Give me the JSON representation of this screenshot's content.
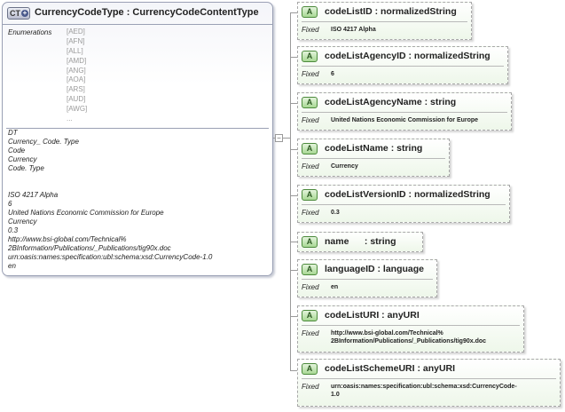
{
  "complex_type": {
    "badge": "CT",
    "title": "CurrencyCodeType : CurrencyCodeContentType",
    "enumerations_label": "Enumerations",
    "enumerations": [
      "[AED]",
      "[AFN]",
      "[ALL]",
      "[AMD]",
      "[ANG]",
      "[AOA]",
      "[ARS]",
      "[AUD]",
      "[AWG]",
      "..."
    ],
    "annotations": [
      "DT",
      "Currency_ Code. Type",
      "Code",
      "Currency",
      "Code. Type",
      "ISO 4217 Alpha",
      "6",
      "United Nations Economic Commission for Europe",
      "Currency",
      "0.3",
      "http://www.bsi-global.com/Technical%",
      "2BInformation/Publications/_Publications/tig90x.doc",
      "urn:oasis:names:specification:ubl:schema:xsd:CurrencyCode-1.0",
      "en"
    ]
  },
  "collapse_symbol": "−",
  "attributes": [
    {
      "badge": "A",
      "name": "codeListID : normalizedString",
      "fixed_label": "Fixed",
      "fixed_value": "ISO 4217 Alpha"
    },
    {
      "badge": "A",
      "name": "codeListAgencyID : normalizedString",
      "fixed_label": "Fixed",
      "fixed_value": "6"
    },
    {
      "badge": "A",
      "name": "codeListAgencyName : string",
      "fixed_label": "Fixed",
      "fixed_value": "United Nations Economic Commission for Europe"
    },
    {
      "badge": "A",
      "name": "codeListName : string",
      "fixed_label": "Fixed",
      "fixed_value": "Currency"
    },
    {
      "badge": "A",
      "name": "codeListVersionID : normalizedString",
      "fixed_label": "Fixed",
      "fixed_value": "0.3"
    },
    {
      "badge": "A",
      "name": "name      : string"
    },
    {
      "badge": "A",
      "name": "languageID : language",
      "fixed_label": "Fixed",
      "fixed_value": "en"
    },
    {
      "badge": "A",
      "name": "codeListURI : anyURI",
      "fixed_label": "Fixed",
      "fixed_value": "http://www.bsi-global.com/Technical%\n2BInformation/Publications/_Publications/tig90x.doc"
    },
    {
      "badge": "A",
      "name": "codeListSchemeURI : anyURI",
      "fixed_label": "Fixed",
      "fixed_value": "urn:oasis:names:specification:ubl:schema:xsd:CurrencyCode-\n1.0"
    }
  ]
}
